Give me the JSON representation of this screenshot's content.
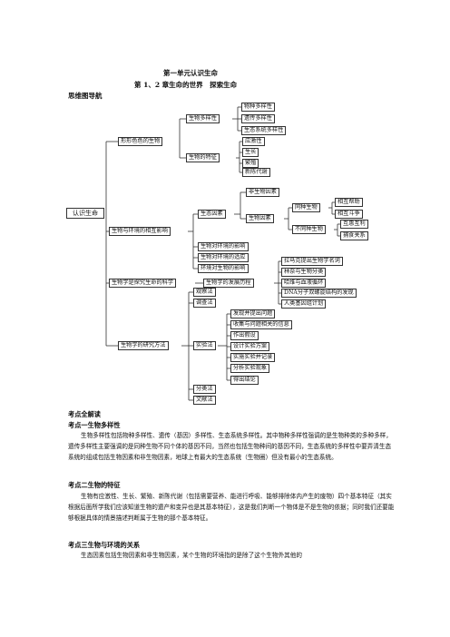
{
  "header": {
    "unit_title": "第一单元认识生命",
    "chapter_title": "第 1、2 章生命的世界　探索生命",
    "mindmap_label": "思维图导航"
  },
  "mindmap": {
    "root": "认识生命",
    "b1": {
      "label": "形形色色的生物",
      "c1": {
        "label": "生物多样性",
        "items": [
          "物种多样性",
          "遗传多样性",
          "生态系统多样性"
        ]
      },
      "c2": {
        "label": "生物的特征",
        "items": [
          "应激性",
          "生长",
          "繁殖",
          "新陈代谢"
        ]
      }
    },
    "b2": {
      "label": "生物与环境的相互影响",
      "eco": {
        "label": "生态因素",
        "nonbio": "非生物因素",
        "bio": {
          "label": "生物因素",
          "intra": {
            "label": "同种生物",
            "items": [
              "相互帮助",
              "相互斗争"
            ]
          },
          "inter": {
            "label": "不同种生物",
            "items": [
              "互惠互利",
              "捕食关系"
            ]
          }
        }
      },
      "others": [
        "生物对环境的影响",
        "生物对环境的适应",
        "环境对生物的影响"
      ]
    },
    "b3": {
      "label": "生物学是探究生命的科学",
      "history": {
        "label": "生物学的发展历程",
        "items": [
          "拉马克提出生物学名词",
          "林奈与生物分类",
          "哈维与血液循环",
          "DNA分子双螺旋结构的发现",
          "人类基因组计划"
        ]
      }
    },
    "b4": {
      "label": "生物学的研究方法",
      "observe": "观察法",
      "survey": "调查法",
      "experiment": {
        "label": "实验法",
        "items": [
          "发现并提出问题",
          "收集与问题相关的信息",
          "作出假设",
          "设计实验方案",
          "实施实验并记录",
          "分析实验现象",
          "得出结论"
        ]
      },
      "classify": "分类法",
      "literature": "文献法"
    }
  },
  "content": {
    "heading": "考点全解读",
    "p1_title": "考点一生物多样性",
    "p1_text": "生物多样性包括物种多样性、遗传（基因）多样性、生态系统多样性。其中物种多样性强调的是生物种类的多种多样，遗传多样性主要强调的是同种生物不同个体的基因不同，当然也包括生物种间的基因不同，生态系统的多样性中要弄清生态系统的组成包括生物因素和非生物因素，地球上有最大的生态系统（生物圈）但没有最小的生态系统。",
    "p2_title": "考点二生物的特征",
    "p2_text": "生物有应激性、生长、繁殖、新陈代谢（包括需要营养、能进行呼吸、能够排除体内产生的废物）四个基本特征（其实根据后面所学我们应该知道生物的遗产和变异也是其基本特征），这是我们判断一个物体是不是生物的依据；同时我们还要能够根据具体的情景描述判断属于生物的那个基本特征。",
    "p3_title": "考点三生物与环境的关系",
    "p3_text": "生态因素包括生物因素和非生物因素，某个生物的环境指的是除了这个生物外其他的"
  }
}
